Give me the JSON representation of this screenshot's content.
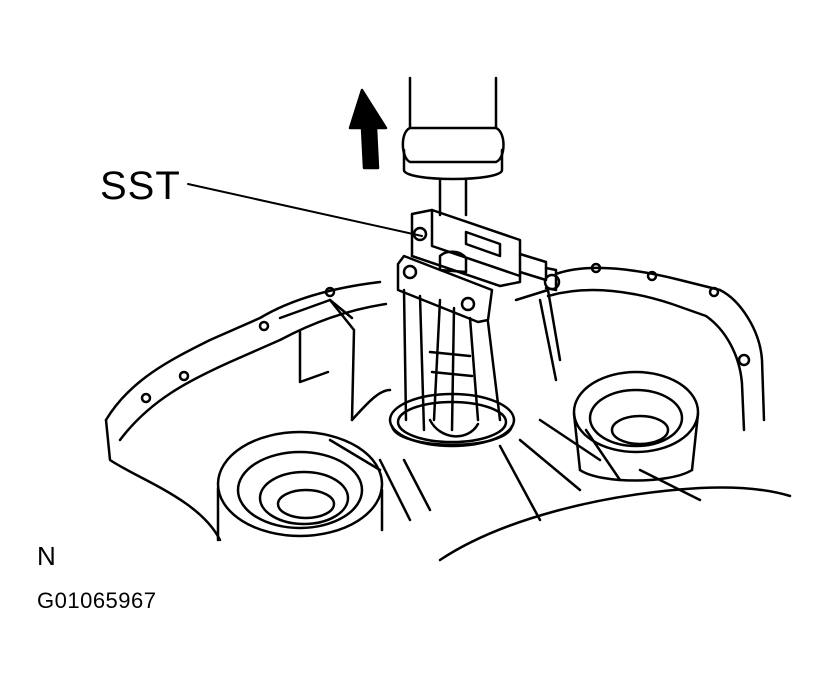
{
  "labels": {
    "sst": "SST",
    "view": "N",
    "figure_code": "G01065967"
  },
  "colors": {
    "line": "#000000",
    "background": "#ffffff"
  }
}
